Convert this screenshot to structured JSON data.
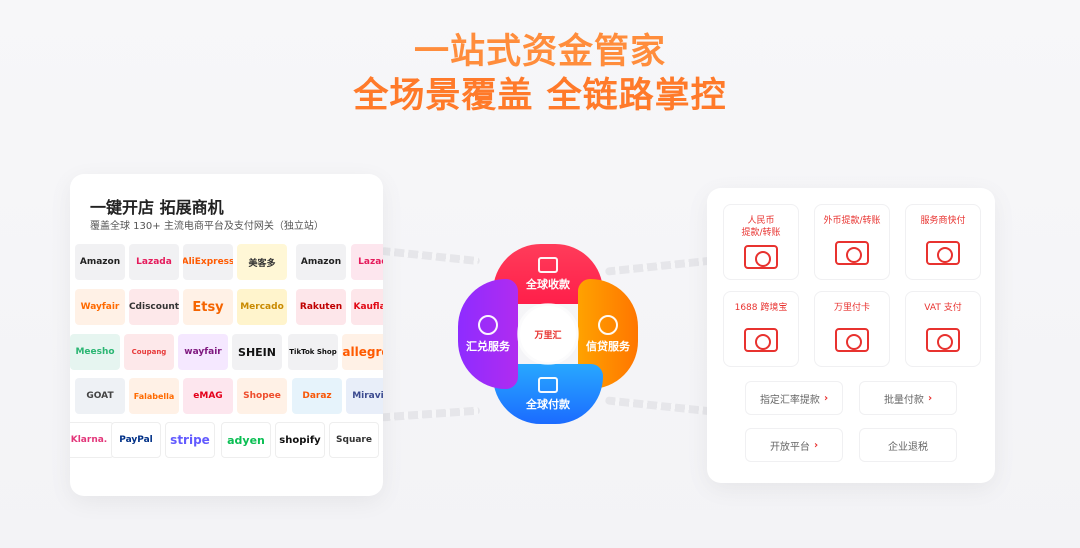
{
  "headline": {
    "line1": "一站式资金管家",
    "line2": "全场景覆盖 全链路掌控"
  },
  "left_card": {
    "title": "一键开店 拓展商机",
    "subtitle": "覆盖全球 130+ 主流电商平台及支付网关（独立站）",
    "logos": [
      "Amazon",
      "Lazada",
      "AliExpress",
      "美客多",
      "Amazon",
      "Lazada",
      "Wayfair",
      "Cdiscount",
      "Etsy",
      "Mercado",
      "Rakuten",
      "Kaufland",
      "Meesho",
      "Coupang",
      "wayfair",
      "SHEIN",
      "TikTok Shop",
      "allegro",
      "GOAT",
      "Falabella",
      "eMAG",
      "Shopee",
      "Daraz",
      "Miravia",
      "Klarna.",
      "PayPal",
      "stripe",
      "adyen",
      "shopify",
      "Square"
    ]
  },
  "center": {
    "top": "全球收款",
    "right": "信贷服务",
    "bottom": "全球付款",
    "left": "汇兑服务",
    "hub": "万里汇"
  },
  "right_card": {
    "tiles": [
      {
        "label": "人民币\n提款/转账"
      },
      {
        "label": "外币提款/转账"
      },
      {
        "label": "服务商快付"
      },
      {
        "label": "1688 跨境宝"
      },
      {
        "label": "万里付卡"
      },
      {
        "label": "VAT 支付"
      }
    ],
    "buttons": [
      {
        "label": "指定汇率提款",
        "arrow": "›"
      },
      {
        "label": "批量付款",
        "arrow": "›"
      },
      {
        "label": "开放平台",
        "arrow": "›"
      },
      {
        "label": "企业退税",
        "arrow": ""
      }
    ]
  },
  "colors": {
    "headline": "#ff8d3c",
    "accent_red": "#e8322f",
    "petal_top": "#ff2b50",
    "petal_right": "#ff8a00",
    "petal_bottom": "#1e7bff",
    "petal_left": "#9a2cff"
  }
}
